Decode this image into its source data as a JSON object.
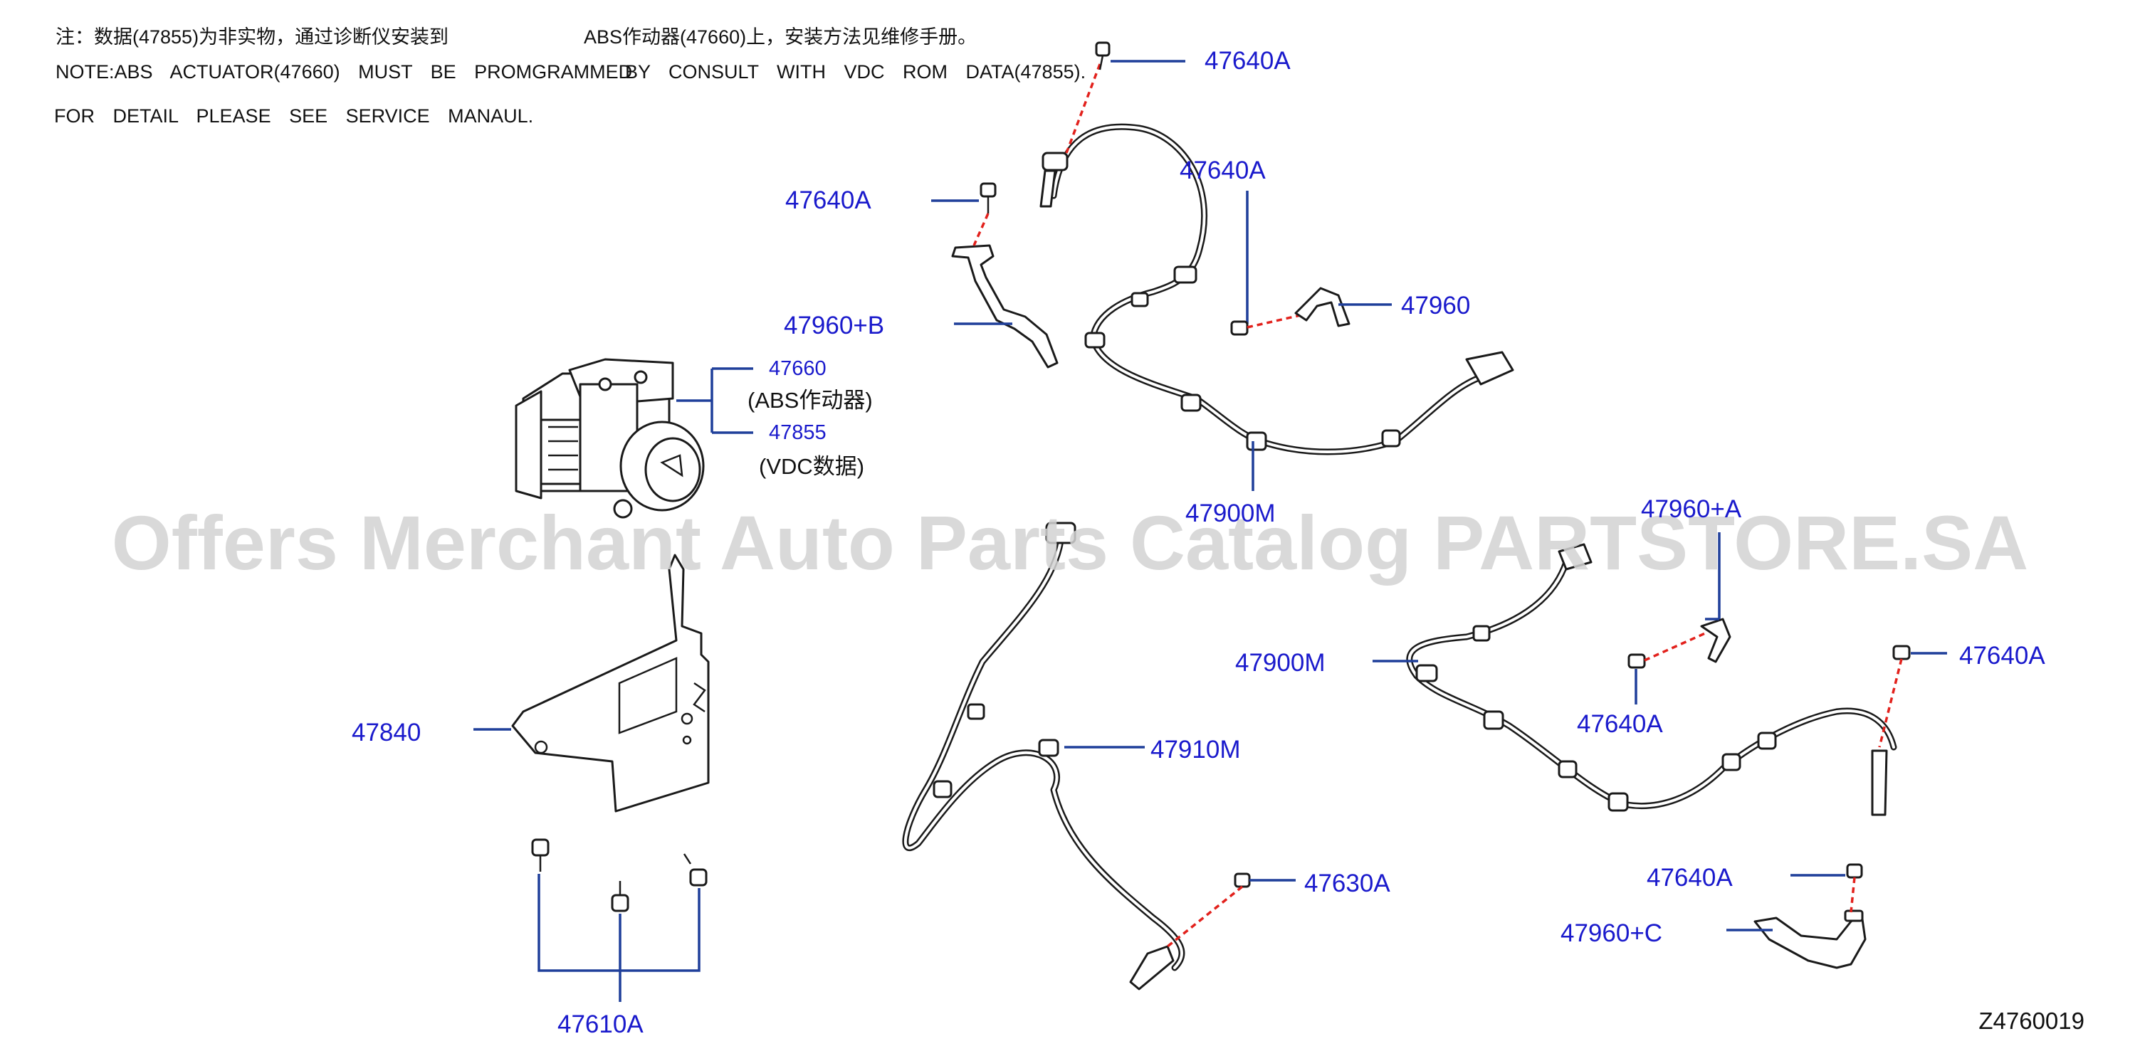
{
  "notes": {
    "line1_cn_a": "注：数据(47855)为非实物，通过诊断仪安装到",
    "line1_cn_b": "ABS作动器(47660)上，安装方法见维修手册。",
    "line2_a": "NOTE:ABS ACTUATOR(47660) MUST BE PROMGRAMMED",
    "line2_b": "BY CONSULT WITH VDC ROM DATA(47855).",
    "line3": "FOR DETAIL PLEASE SEE SERVICE MANAUL."
  },
  "watermark": "Offers Merchant Auto Parts Catalog PARTSTORE.SA",
  "diagram_code": "Z4760019",
  "callouts": {
    "c47640a_top": "47640A",
    "c47640a_upper_left": "47640A",
    "c47640a_upper_mid": "47640A",
    "c47960": "47960",
    "c47960b": "47960+B",
    "c47660": "47660",
    "c47660_desc": "(ABS作动器)",
    "c47855": "47855",
    "c47855_desc": "(VDC数据)",
    "c47900m_upper": "47900M",
    "c47960a": "47960+A",
    "c47900m_lower": "47900M",
    "c47640a_right": "47640A",
    "c47640a_lower_mid": "47640A",
    "c47840": "47840",
    "c47910m": "47910M",
    "c47630a": "47630A",
    "c47640a_bottom": "47640A",
    "c47960c": "47960+C",
    "c47610a": "47610A"
  },
  "colors": {
    "callout_text": "#1a1acc",
    "leader_line": "#1f3f9a",
    "dashed_install_line": "#e2211c",
    "watermark": "#d3d3d3"
  }
}
